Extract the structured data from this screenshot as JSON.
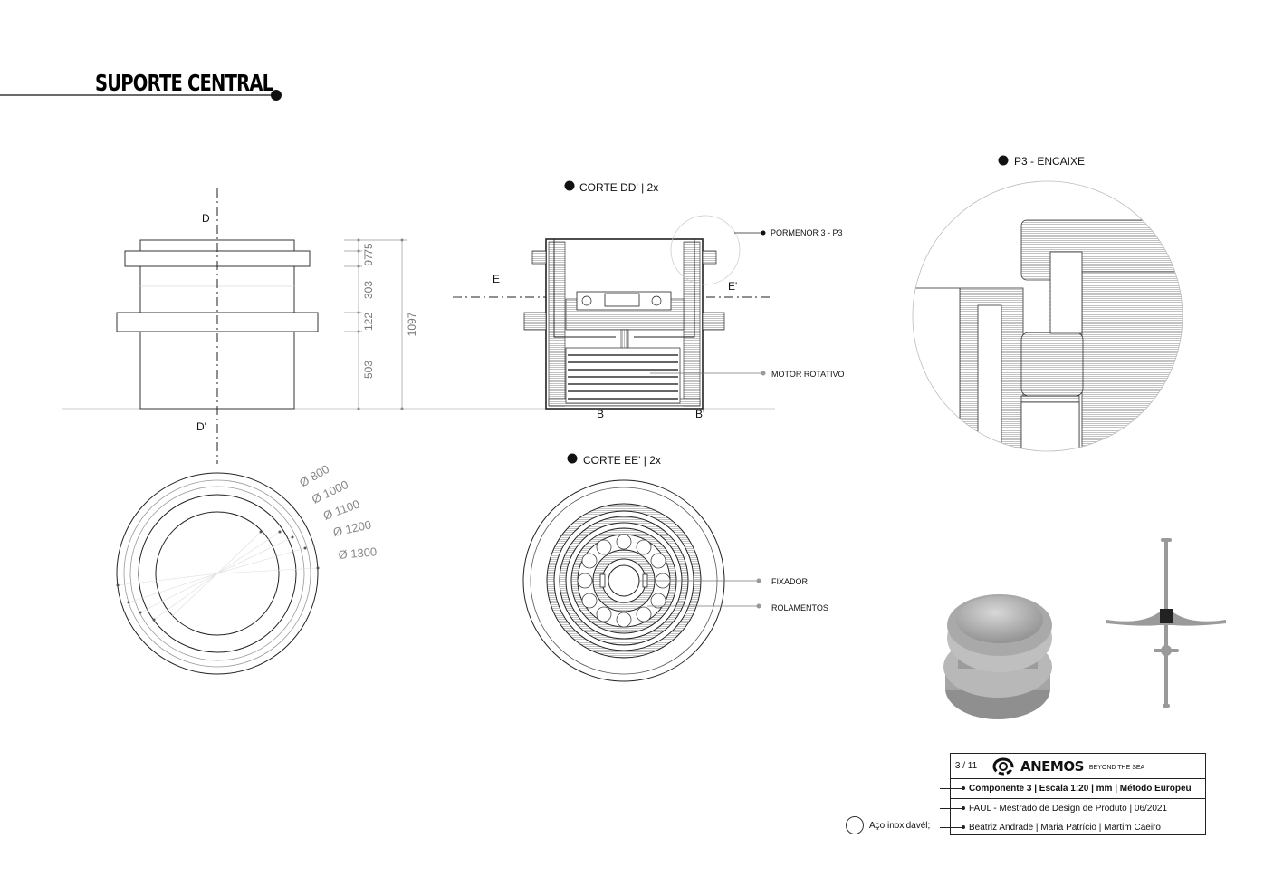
{
  "page": {
    "title": "SUPORTE CENTRAL"
  },
  "views": {
    "corte_dd": "CORTE  DD' |  2x",
    "corte_ee": "CORTE  EE' |  2x",
    "p3": "P3 -  ENCAIXE"
  },
  "markers": {
    "d": "D",
    "d_prime": "D'",
    "e": "E",
    "e_prime": "E'",
    "b": "B",
    "b_prime": "B'"
  },
  "callouts": {
    "pormenor": "PORMENOR 3 - P3",
    "motor": "MOTOR ROTATIVO",
    "fixador": "FIXADOR",
    "rolamentos": "ROLAMENTOS"
  },
  "dimensions": {
    "d75": "75",
    "d97": "97",
    "d303": "303",
    "d122": "122",
    "d503": "503",
    "total": "1097"
  },
  "diameters": [
    "Ø 800",
    "Ø 1000",
    "Ø 1100",
    "Ø 1200",
    "Ø 1300"
  ],
  "titleblock": {
    "sheet": "3 / 11",
    "brand": "ANEMOS",
    "brand_sub": "BEYOND THE SEA",
    "line1": "Componente 3  |  Escala 1:20  |  mm  |  Método Europeu",
    "line2": "FAUL - Mestrado de Design de Produto  | 06/2021",
    "line3": "Beatriz Andrade  |  Maria Patrício  |  Martim Caeiro"
  },
  "legend": {
    "material": "Aço inoxidavél;"
  },
  "icons": [
    "anemos-logo-icon",
    "bullet-dot-icon"
  ]
}
